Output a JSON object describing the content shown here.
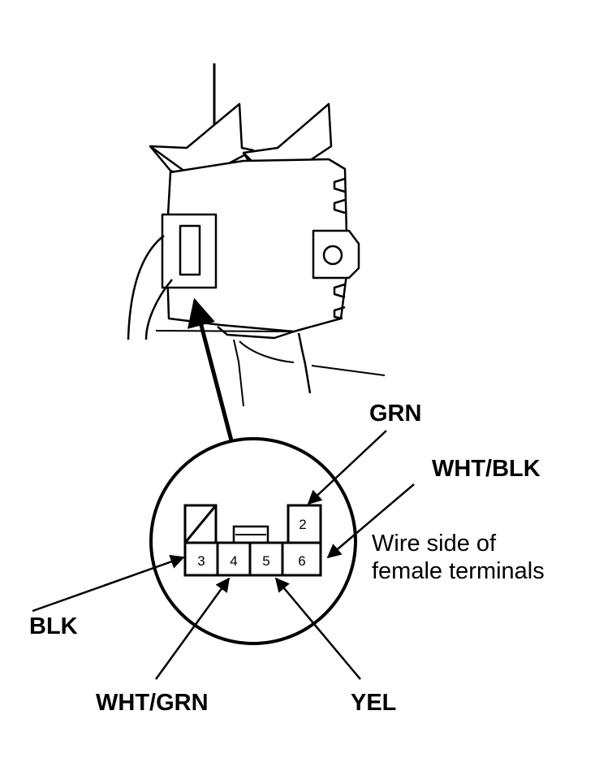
{
  "callouts": {
    "grn": "GRN",
    "wht_blk": "WHT/BLK",
    "blk": "BLK",
    "wht_grn": "WHT/GRN",
    "yel": "YEL"
  },
  "note": {
    "line1": "Wire side of",
    "line2": "female terminals"
  },
  "connector": {
    "pins": {
      "p2": "2",
      "p3": "3",
      "p4": "4",
      "p5": "5",
      "p6": "6"
    }
  },
  "colors": {
    "ink": "#000000",
    "paper": "#ffffff"
  }
}
